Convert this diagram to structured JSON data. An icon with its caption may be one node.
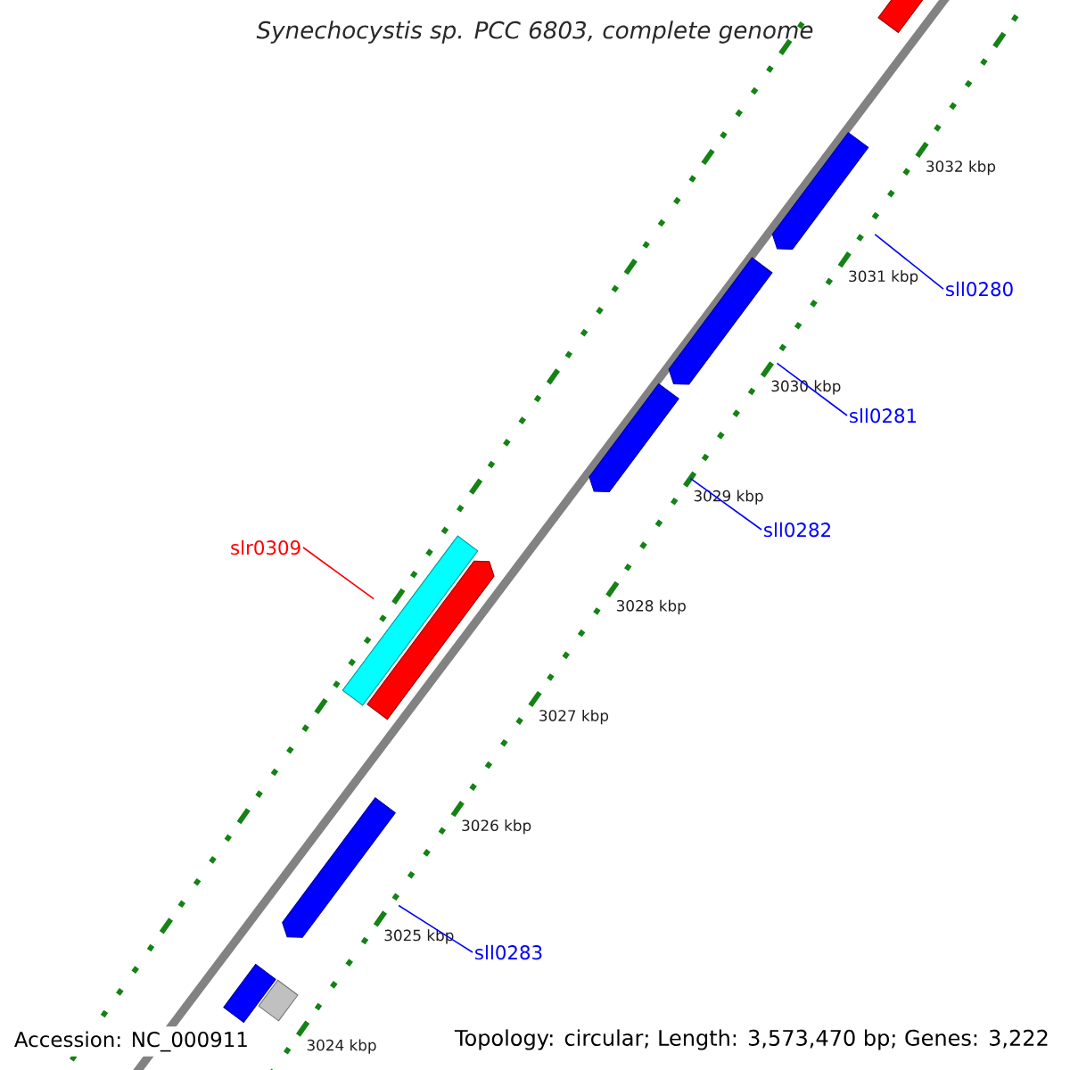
{
  "diagram": {
    "title": "Synechocystis sp. PCC 6803, complete genome",
    "nodes": [
      {
        "text": [],
        "shape": "bar"
      },
      {
        "text": [],
        "shape": "arrow"
      },
      {
        "text": [],
        "shape": "arrow"
      },
      {
        "text": [],
        "shape": "arrow"
      },
      {
        "text": [],
        "shape": "bar"
      },
      {
        "text": [],
        "shape": "arrow"
      },
      {
        "text": [],
        "shape": "arrow"
      },
      {
        "text": [],
        "shape": "bar"
      },
      {
        "text": [],
        "shape": "bar"
      },
      {
        "text": [
          "sll0280"
        ]
      },
      {
        "text": [
          "sll0281"
        ]
      },
      {
        "text": [
          "sll0282"
        ]
      },
      {
        "text": [
          "slr0309"
        ]
      },
      {
        "text": [
          "sll0283"
        ]
      }
    ],
    "edges": [
      {
        "from": 9,
        "to": 1,
        "arrow": "none"
      },
      {
        "from": 10,
        "to": 2,
        "arrow": "none"
      },
      {
        "from": 11,
        "to": 3,
        "arrow": "none"
      },
      {
        "from": 12,
        "to": 5,
        "arrow": "none",
        "color": "#ff0000"
      },
      {
        "from": 13,
        "to": 6,
        "arrow": "none"
      }
    ],
    "labels": [
      "3032 kbp",
      "3031 kbp",
      "3030 kbp",
      "3029 kbp",
      "3028 kbp",
      "3027 kbp",
      "3026 kbp",
      "3025 kbp",
      "3024 kbp",
      "Accession: NC_000911",
      "Topology: circular; Length: 3,573,470 bp; Genes: 3,222"
    ]
  }
}
